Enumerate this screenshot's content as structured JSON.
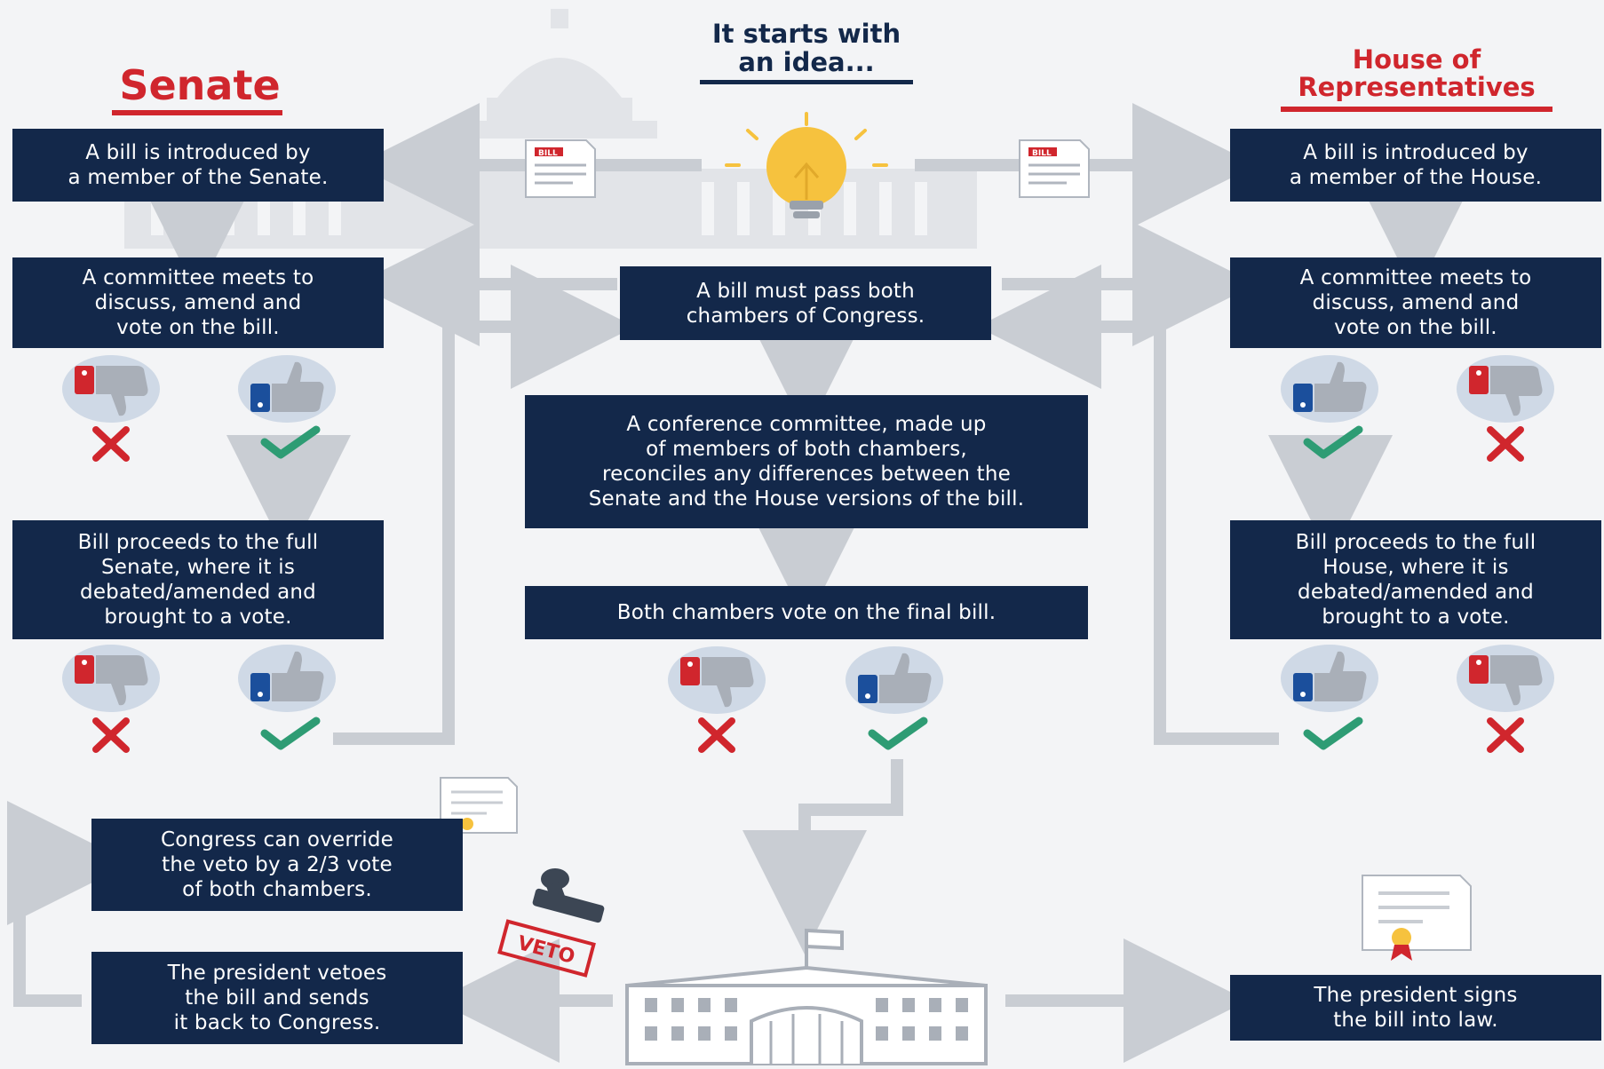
{
  "headings": {
    "senate": "Senate",
    "house": "House of\nRepresentatives",
    "idea": "It starts with\nan idea..."
  },
  "boxes": {
    "senate_intro": "A bill is introduced by\na member of the Senate.",
    "senate_committee": "A committee meets to\ndiscuss, amend and\nvote on the bill.",
    "senate_full": "Bill proceeds to the full\nSenate, where it is\ndebated/amended and\nbrought to a vote.",
    "house_intro": "A bill is introduced by\na member of the House.",
    "house_committee": "A committee meets to\ndiscuss, amend and\nvote on the bill.",
    "house_full": "Bill proceeds to the full\nHouse, where it is\ndebated/amended and\nbrought to a vote.",
    "pass_both": "A bill must pass both\nchambers of Congress.",
    "conference": "A conference committee, made up\nof members of both chambers,\nreconciles any differences between the\nSenate and the House versions of the bill.",
    "final_vote": "Both chambers vote on the final bill.",
    "override": "Congress can override\nthe veto by a 2/3 vote\nof both chambers.",
    "president_vetoes": "The president vetoes\nthe bill and sends\nit back to Congress.",
    "president_signs": "The president signs\nthe bill into law."
  },
  "labels": {
    "bill_doc": "BILL",
    "veto_stamp": "VETO"
  },
  "icons": {
    "thumbs_up": "thumbs-up-icon",
    "thumbs_down": "thumbs-down-icon",
    "check": "check-mark-icon",
    "cross": "x-mark-icon",
    "lightbulb": "lightbulb-icon",
    "bill_document": "bill-document-icon",
    "capitol": "capitol-building-icon",
    "white_house": "white-house-icon",
    "stamp": "veto-stamp-icon",
    "certificate": "certificate-icon"
  },
  "colors": {
    "box": "#13284a",
    "accent_red": "#d0262d",
    "check_green": "#2e9c74",
    "arrow_gray": "#c9cdd3",
    "thumb_circle": "#cfd9e6",
    "thumb_blue": "#1b4f9c",
    "bulb_yellow": "#f6c23e"
  }
}
